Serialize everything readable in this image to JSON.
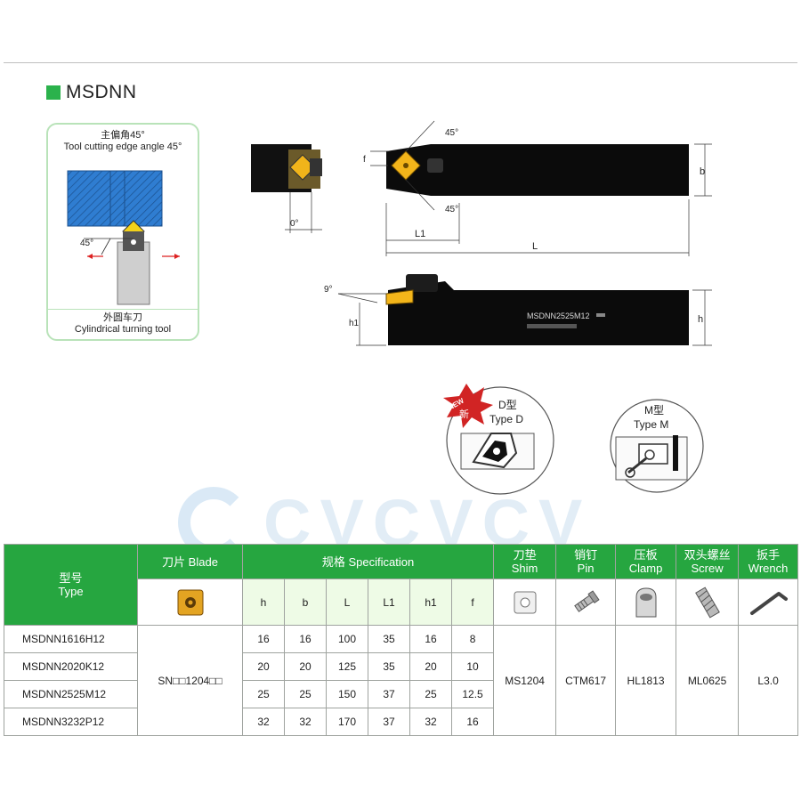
{
  "title": "MSDNN",
  "card": {
    "top_cn": "主偏角45°",
    "top_en": "Tool cutting edge angle 45°",
    "angle": "45°",
    "bot_cn": "外圆车刀",
    "bot_en": "Cylindrical turning tool"
  },
  "dims": {
    "angle_45a": "45°",
    "angle_45b": "45°",
    "angle_0": "0°",
    "angle_9": "9°",
    "f": "f",
    "b": "b",
    "L1": "L1",
    "L": "L",
    "h": "h",
    "h1": "h1",
    "holder_marking": "MSDNN2525M12"
  },
  "types": {
    "new_badge": "NEW",
    "new_cn": "新",
    "d_cn": "D型",
    "d_en": "Type D",
    "m_cn": "M型",
    "m_en": "Type M"
  },
  "watermark": "CVCVCV",
  "table": {
    "type_cn": "型号",
    "type_en": "Type",
    "blade": "刀片 Blade",
    "spec": "规格 Specification",
    "shim_cn": "刀垫",
    "shim_en": "Shim",
    "pin_cn": "销钉",
    "pin_en": "Pin",
    "clamp_cn": "压板",
    "clamp_en": "Clamp",
    "screw_cn": "双头螺丝",
    "screw_en": "Screw",
    "wrench_cn": "扳手",
    "wrench_en": "Wrench",
    "cols": [
      "h",
      "b",
      "L",
      "L1",
      "h1",
      "f"
    ],
    "rows": [
      {
        "type": "MSDNN1616H12",
        "vals": [
          "16",
          "16",
          "100",
          "35",
          "16",
          "8"
        ]
      },
      {
        "type": "MSDNN2020K12",
        "vals": [
          "20",
          "20",
          "125",
          "35",
          "20",
          "10"
        ]
      },
      {
        "type": "MSDNN2525M12",
        "vals": [
          "25",
          "25",
          "150",
          "37",
          "25",
          "12.5"
        ]
      },
      {
        "type": "MSDNN3232P12",
        "vals": [
          "32",
          "32",
          "170",
          "37",
          "32",
          "16"
        ]
      }
    ],
    "blade_code": "SN□□1204□□",
    "shim": "MS1204",
    "pin": "CTM617",
    "clamp": "HL1813",
    "screw": "ML0625",
    "wrench": "L3.0"
  },
  "colors": {
    "green": "#26a640",
    "pale": "#eefbe6",
    "insert": "#f3b51a"
  }
}
